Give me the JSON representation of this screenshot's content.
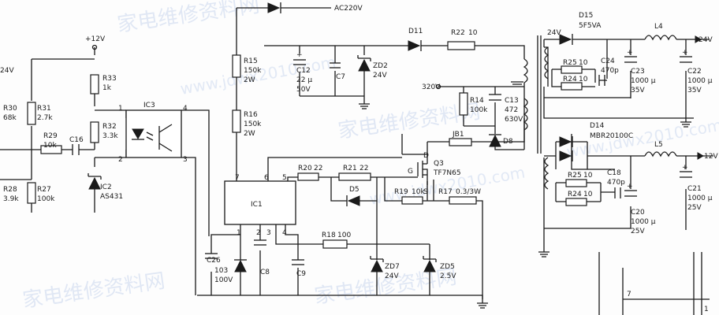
{
  "watermark": {
    "cn": "家电维修资料网",
    "url": "www.jdwx2010.com"
  },
  "nets": {
    "ac": "AC220V",
    "v12in": "+12V",
    "v320": "320V",
    "v24out": "24V",
    "v12out": "12V",
    "v24left": "24V",
    "p24": "24V",
    "p12": "12V"
  },
  "ics": {
    "ic1": {
      "ref": "IC1",
      "pins": [
        "1",
        "2",
        "3",
        "4",
        "5",
        "6",
        "7"
      ]
    },
    "ic2": {
      "ref": "IC2",
      "part": "AS431"
    },
    "ic3": {
      "ref": "IC3",
      "pins": [
        "1",
        "2",
        "3",
        "4"
      ]
    }
  },
  "resistors": {
    "r15": {
      "ref": "R15",
      "v": "150k",
      "w": "2W"
    },
    "r16": {
      "ref": "R16",
      "v": "150k",
      "w": "2W"
    },
    "r33": {
      "ref": "R33",
      "v": "1k"
    },
    "r32": {
      "ref": "R32",
      "v": "3.3k"
    },
    "r31": {
      "ref": "R31",
      "v": "2.7k"
    },
    "r30": {
      "ref": "R30",
      "v": "68k"
    },
    "r29": {
      "ref": "R29",
      "v": "10k"
    },
    "r27": {
      "ref": "R27",
      "v": "100k"
    },
    "r28": {
      "ref": "R28",
      "v": "3.9k"
    },
    "r22": {
      "ref": "R22",
      "v": "10"
    },
    "r14": {
      "ref": "R14",
      "v": "100k"
    },
    "r20": {
      "ref": "R20",
      "v": "22"
    },
    "r21": {
      "ref": "R21",
      "v": "22"
    },
    "r19": {
      "ref": "R19",
      "v": "10k"
    },
    "r17": {
      "ref": "R17",
      "v": "0.3/3W"
    },
    "r18": {
      "ref": "R18",
      "v": "100"
    },
    "r25a": {
      "ref": "R25",
      "v": "10"
    },
    "r24a": {
      "ref": "R24",
      "v": "10"
    },
    "r25b": {
      "ref": "R25",
      "v": "10"
    },
    "r24b": {
      "ref": "R24",
      "v": "10"
    }
  },
  "caps": {
    "c12": {
      "ref": "C12",
      "v": "22 μ",
      "v2": "50V"
    },
    "c7": {
      "ref": "C7"
    },
    "c13": {
      "ref": "C13",
      "v": "472",
      "v2": "630V"
    },
    "c16": {
      "ref": "C16"
    },
    "c26": {
      "ref": "C26",
      "v": "103",
      "v2": "100V"
    },
    "c8": {
      "ref": "C8"
    },
    "c9": {
      "ref": "C9"
    },
    "c24": {
      "ref": "C24",
      "v": "470p"
    },
    "c23": {
      "ref": "C23",
      "v": "1000 μ",
      "v2": "35V"
    },
    "c22": {
      "ref": "C22",
      "v": "1000 μ",
      "v2": "35V"
    },
    "c18": {
      "ref": "C18",
      "v": "470p"
    },
    "c20": {
      "ref": "C20",
      "v": "1000 μ",
      "v2": "25V"
    },
    "c21": {
      "ref": "C21",
      "v": "1000 μ",
      "v2": "25V"
    }
  },
  "diodes": {
    "d11": {
      "ref": "D11"
    },
    "d8": {
      "ref": "D8"
    },
    "d5": {
      "ref": "D5"
    },
    "zd2": {
      "ref": "ZD2",
      "v": "24V"
    },
    "zd7": {
      "ref": "ZD7",
      "v": "24V"
    },
    "zd5": {
      "ref": "ZD5",
      "v": "2.5V"
    },
    "d15": {
      "ref": "D15",
      "v": "5F5VA"
    },
    "d14": {
      "ref": "D14",
      "v": "MBR20100C"
    }
  },
  "mosfet": {
    "ref": "Q3",
    "part": "TF7N65",
    "d": "D",
    "g": "G",
    "s": "S"
  },
  "jumper": {
    "ref": "JB1"
  },
  "inductors": {
    "l4": "L4",
    "l5": "L5"
  },
  "misc": {
    "seven": "7",
    "one": "1"
  }
}
